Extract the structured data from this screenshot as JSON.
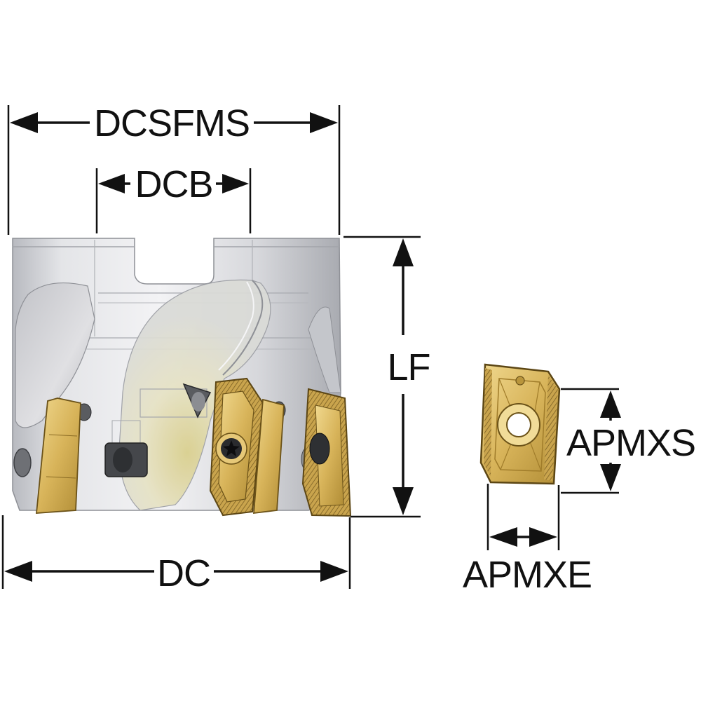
{
  "labels": {
    "dcsfms": "DCSFMS",
    "dcb": "DCB",
    "lf": "LF",
    "dc": "DC",
    "apmxs": "APMXS",
    "apmxe": "APMXE"
  },
  "colors": {
    "body_light": "#e8e9ec",
    "body_mid": "#c9cbd0",
    "body_dark": "#9a9ca2",
    "insert_gold": "#d9b65c",
    "insert_gold_dark": "#a8842e",
    "insert_highlight": "#f1dc98",
    "line": "#111111"
  },
  "icons": [
    "milling-cutter-body-illustration",
    "indexable-insert-illustration",
    "torx-screw-icon"
  ]
}
